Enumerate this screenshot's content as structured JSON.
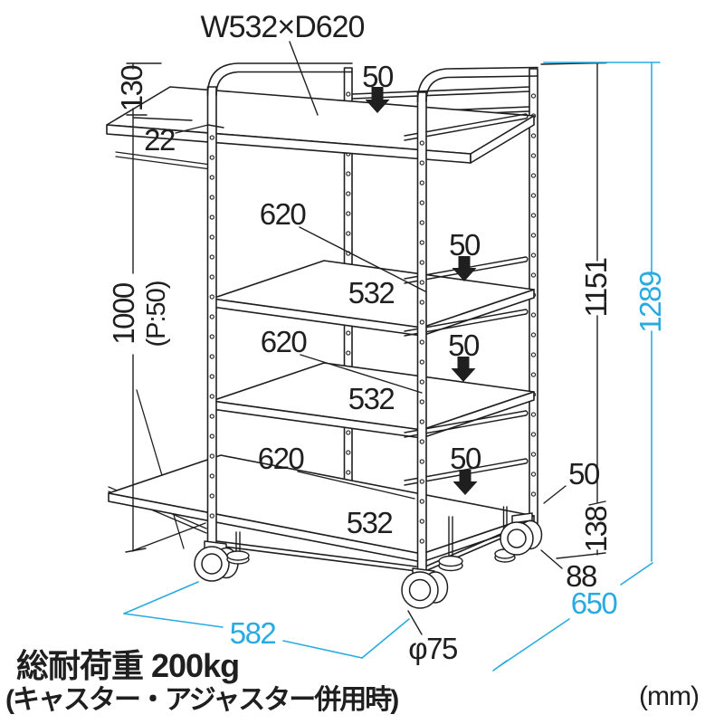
{
  "colors": {
    "line": "#1f1f1f",
    "accent": "#29abe2",
    "background": "#ffffff"
  },
  "top": {
    "shelf_size_label": "W532×D620"
  },
  "pitch_arrows": {
    "labels": [
      "50",
      "50",
      "50",
      "50"
    ]
  },
  "left": {
    "handle_height": "130",
    "board_thickness": "22",
    "post_height": "1000",
    "pitch_note": "(P:50)"
  },
  "right": {
    "frame_height": "1151",
    "total_height": "1289",
    "bottom_offset": "50",
    "floor_clearance": "138",
    "adjuster_height": "88",
    "total_depth": "650"
  },
  "shelves": {
    "depth_labels": [
      "620",
      "620",
      "620"
    ],
    "width_labels": [
      "532",
      "532",
      "532"
    ]
  },
  "bottom": {
    "total_width": "582",
    "caster_diameter": "φ75"
  },
  "footer": {
    "load_capacity": "総耐荷重 200kg",
    "load_condition": "(キャスター・アジャスター併用時)",
    "units": "(mm)"
  }
}
